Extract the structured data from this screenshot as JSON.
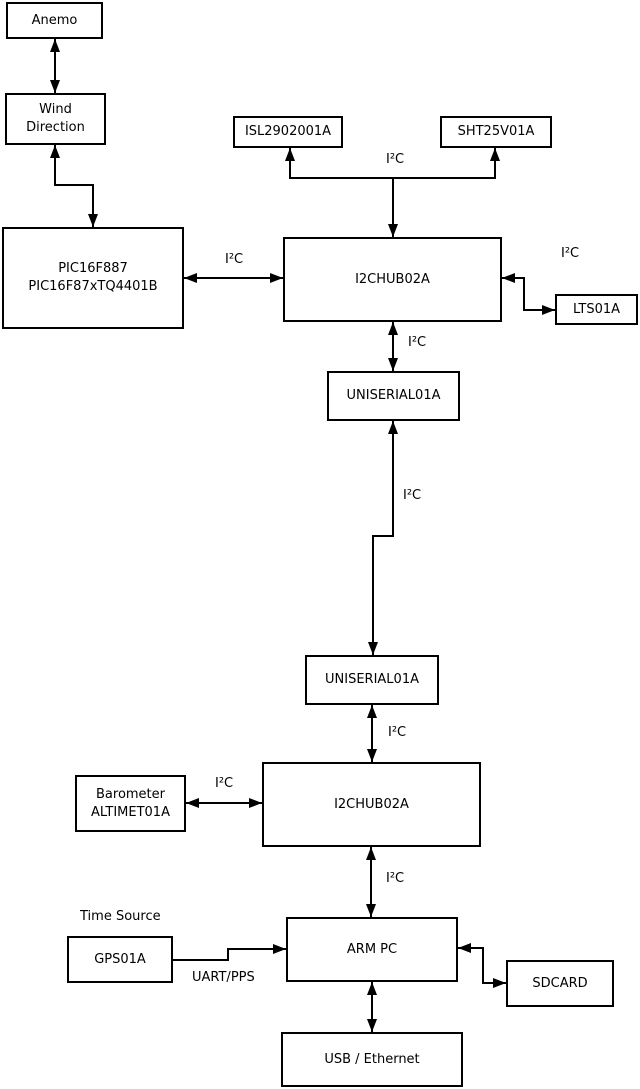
{
  "colors": {
    "background": "#ffffff",
    "line": "#000000",
    "box_fill": "#ffffff",
    "text": "#000000"
  },
  "boxes": {
    "anemo": {
      "label": "Anemo"
    },
    "wind_direction": {
      "line1": "Wind",
      "line2": "Direction"
    },
    "pic": {
      "line1": "PIC16F887",
      "line2": "PIC16F87xTQ4401B"
    },
    "isl": {
      "label": "ISL2902001A"
    },
    "sht": {
      "label": "SHT25V01A"
    },
    "i2c_hub_top": {
      "label": "I2CHUB02A"
    },
    "lts": {
      "label": "LTS01A"
    },
    "uniserial_top": {
      "label": "UNISERIAL01A"
    },
    "uniserial_bottom": {
      "label": "UNISERIAL01A"
    },
    "i2c_hub_bottom": {
      "label": "I2CHUB02A"
    },
    "barometer": {
      "line1": "Barometer",
      "line2": "ALTIMET01A"
    },
    "gps": {
      "label": "GPS01A"
    },
    "arm_pc": {
      "label": "ARM PC"
    },
    "sdcard": {
      "label": "SDCARD"
    },
    "usb_ethernet": {
      "label": "USB / Ethernet"
    }
  },
  "edge_labels": {
    "bus_top": "I²C",
    "pic_hub": "I²C",
    "hub_lts": "I²C",
    "hub_uniserial": "I²C",
    "uniserial_link": "I²C",
    "uniserial_hub2": "I²C",
    "barometer_hub2": "I²C",
    "hub2_armpc": "I²C",
    "time_source": "Time Source",
    "uart_pps": "UART/PPS"
  }
}
